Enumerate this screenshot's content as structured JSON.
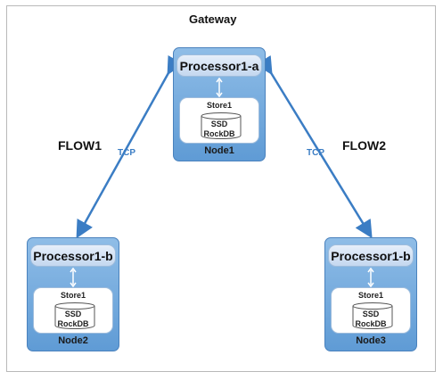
{
  "gateway_title": "Gateway",
  "flows": {
    "flow1": "FLOW1",
    "flow2": "FLOW2"
  },
  "link_label": "TCP",
  "nodes": [
    {
      "processor": "Processor1-a",
      "store": "Store1",
      "disk": "SSD",
      "engine": "RockDB",
      "name": "Node1"
    },
    {
      "processor": "Processor1-b",
      "store": "Store1",
      "disk": "SSD",
      "engine": "RockDB",
      "name": "Node2"
    },
    {
      "processor": "Processor1-b",
      "store": "Store1",
      "disk": "SSD",
      "engine": "RockDB",
      "name": "Node3"
    }
  ],
  "colors": {
    "node_fill": "#6fa7dd",
    "processor_fill": "#d6e4f4",
    "arrow": "#3b7dc4"
  }
}
